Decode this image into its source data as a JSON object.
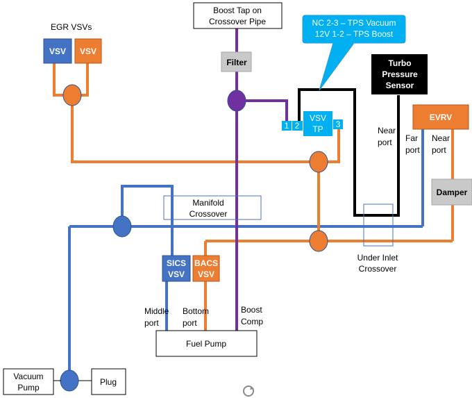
{
  "colors": {
    "blue": "#4472c4",
    "orange": "#ed7d31",
    "purple": "#7030a0",
    "black": "#000000",
    "cyan": "#00b0f0",
    "gray": "#c9c9c9"
  },
  "labels": {
    "egr_vsvs": "EGR VSVs",
    "vsv": "VSV",
    "boost_tap_line1": "Boost Tap on",
    "boost_tap_line2": "Crossover Pipe",
    "filter": "Filter",
    "callout_line1": "NC 2-3 – TPS Vacuum",
    "callout_line2": "12V 1-2 – TPS Boost",
    "turbo_line1": "Turbo",
    "turbo_line2": "Pressure",
    "turbo_line3": "Sensor",
    "evrv": "EVRV",
    "port1": "1",
    "port2": "2",
    "port3": "3",
    "vsv_tp_line1": "VSV",
    "vsv_tp_line2": "TP",
    "near_port_left_1": "Near",
    "near_port_left_2": "port",
    "far_port_1": "Far",
    "far_port_2": "port",
    "near_port_right_1": "Near",
    "near_port_right_2": "port",
    "damper": "Damper",
    "manifold_line1": "Manifold",
    "manifold_line2": "Crossover",
    "under_inlet_line1": "Under Inlet",
    "under_inlet_line2": "Crossover",
    "sics_line1": "SICS",
    "sics_line2": "VSV",
    "bacs_line1": "BACS",
    "bacs_line2": "VSV",
    "middle_port_1": "Middle",
    "middle_port_2": "port",
    "bottom_port_1": "Bottom",
    "bottom_port_2": "port",
    "boost_comp_1": "Boost",
    "boost_comp_2": "Comp",
    "fuel_pump": "Fuel Pump",
    "vacuum_pump_line1": "Vacuum",
    "vacuum_pump_line2": "Pump",
    "plug": "Plug"
  }
}
